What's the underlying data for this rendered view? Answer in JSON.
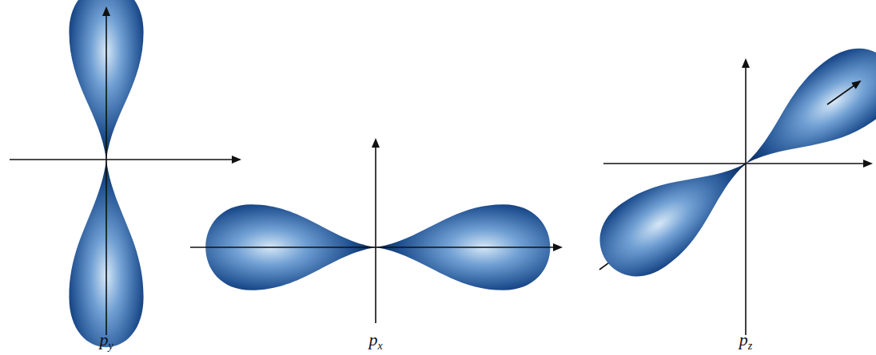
{
  "diagram": {
    "labels": [
      "py",
      "px",
      "pz"
    ]
  }
}
